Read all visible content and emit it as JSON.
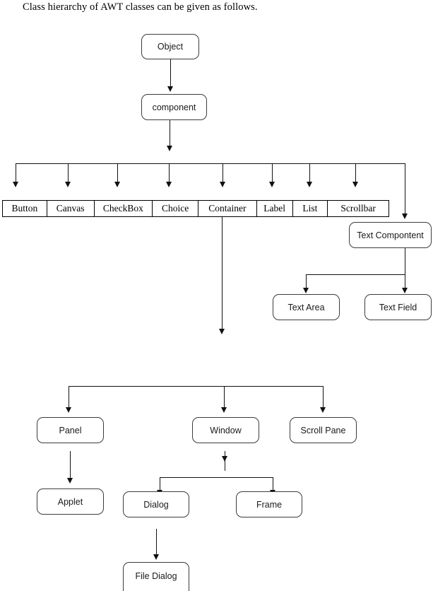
{
  "caption": "Class hierarchy of AWT classes can be given as follows.",
  "diagram": {
    "type": "class-hierarchy-flowchart",
    "root_chain": [
      {
        "id": "object",
        "label": "Object"
      },
      {
        "id": "component",
        "label": "component"
      }
    ],
    "component_children_row": {
      "cells": [
        {
          "id": "button",
          "label": "Button"
        },
        {
          "id": "canvas",
          "label": "Canvas"
        },
        {
          "id": "checkbox",
          "label": "CheckBox"
        },
        {
          "id": "choice",
          "label": "Choice"
        },
        {
          "id": "container",
          "label": "Container"
        },
        {
          "id": "label",
          "label": "Label"
        },
        {
          "id": "list",
          "label": "List"
        },
        {
          "id": "scrollbar",
          "label": "Scrollbar"
        }
      ],
      "extra_branch": {
        "id": "text-compontent",
        "label": "Text Compontent"
      }
    },
    "text_compontent_children": [
      {
        "id": "text-area",
        "label": "Text Area"
      },
      {
        "id": "text-field",
        "label": "Text Field"
      }
    ],
    "container_children": [
      {
        "id": "panel",
        "label": "Panel"
      },
      {
        "id": "window",
        "label": "Window"
      },
      {
        "id": "scroll-pane",
        "label": "Scroll Pane"
      }
    ],
    "panel_children": [
      {
        "id": "applet",
        "label": "Applet"
      }
    ],
    "window_children": [
      {
        "id": "dialog",
        "label": "Dialog"
      },
      {
        "id": "frame",
        "label": "Frame"
      }
    ],
    "dialog_children": [
      {
        "id": "file-dialog",
        "label": "File Dialog"
      }
    ]
  },
  "colors": {
    "background": "#ffffff",
    "node_border": "#3c3c3c",
    "cell_border": "#000000",
    "connector": "#111111",
    "text": "#1a1a1a"
  }
}
